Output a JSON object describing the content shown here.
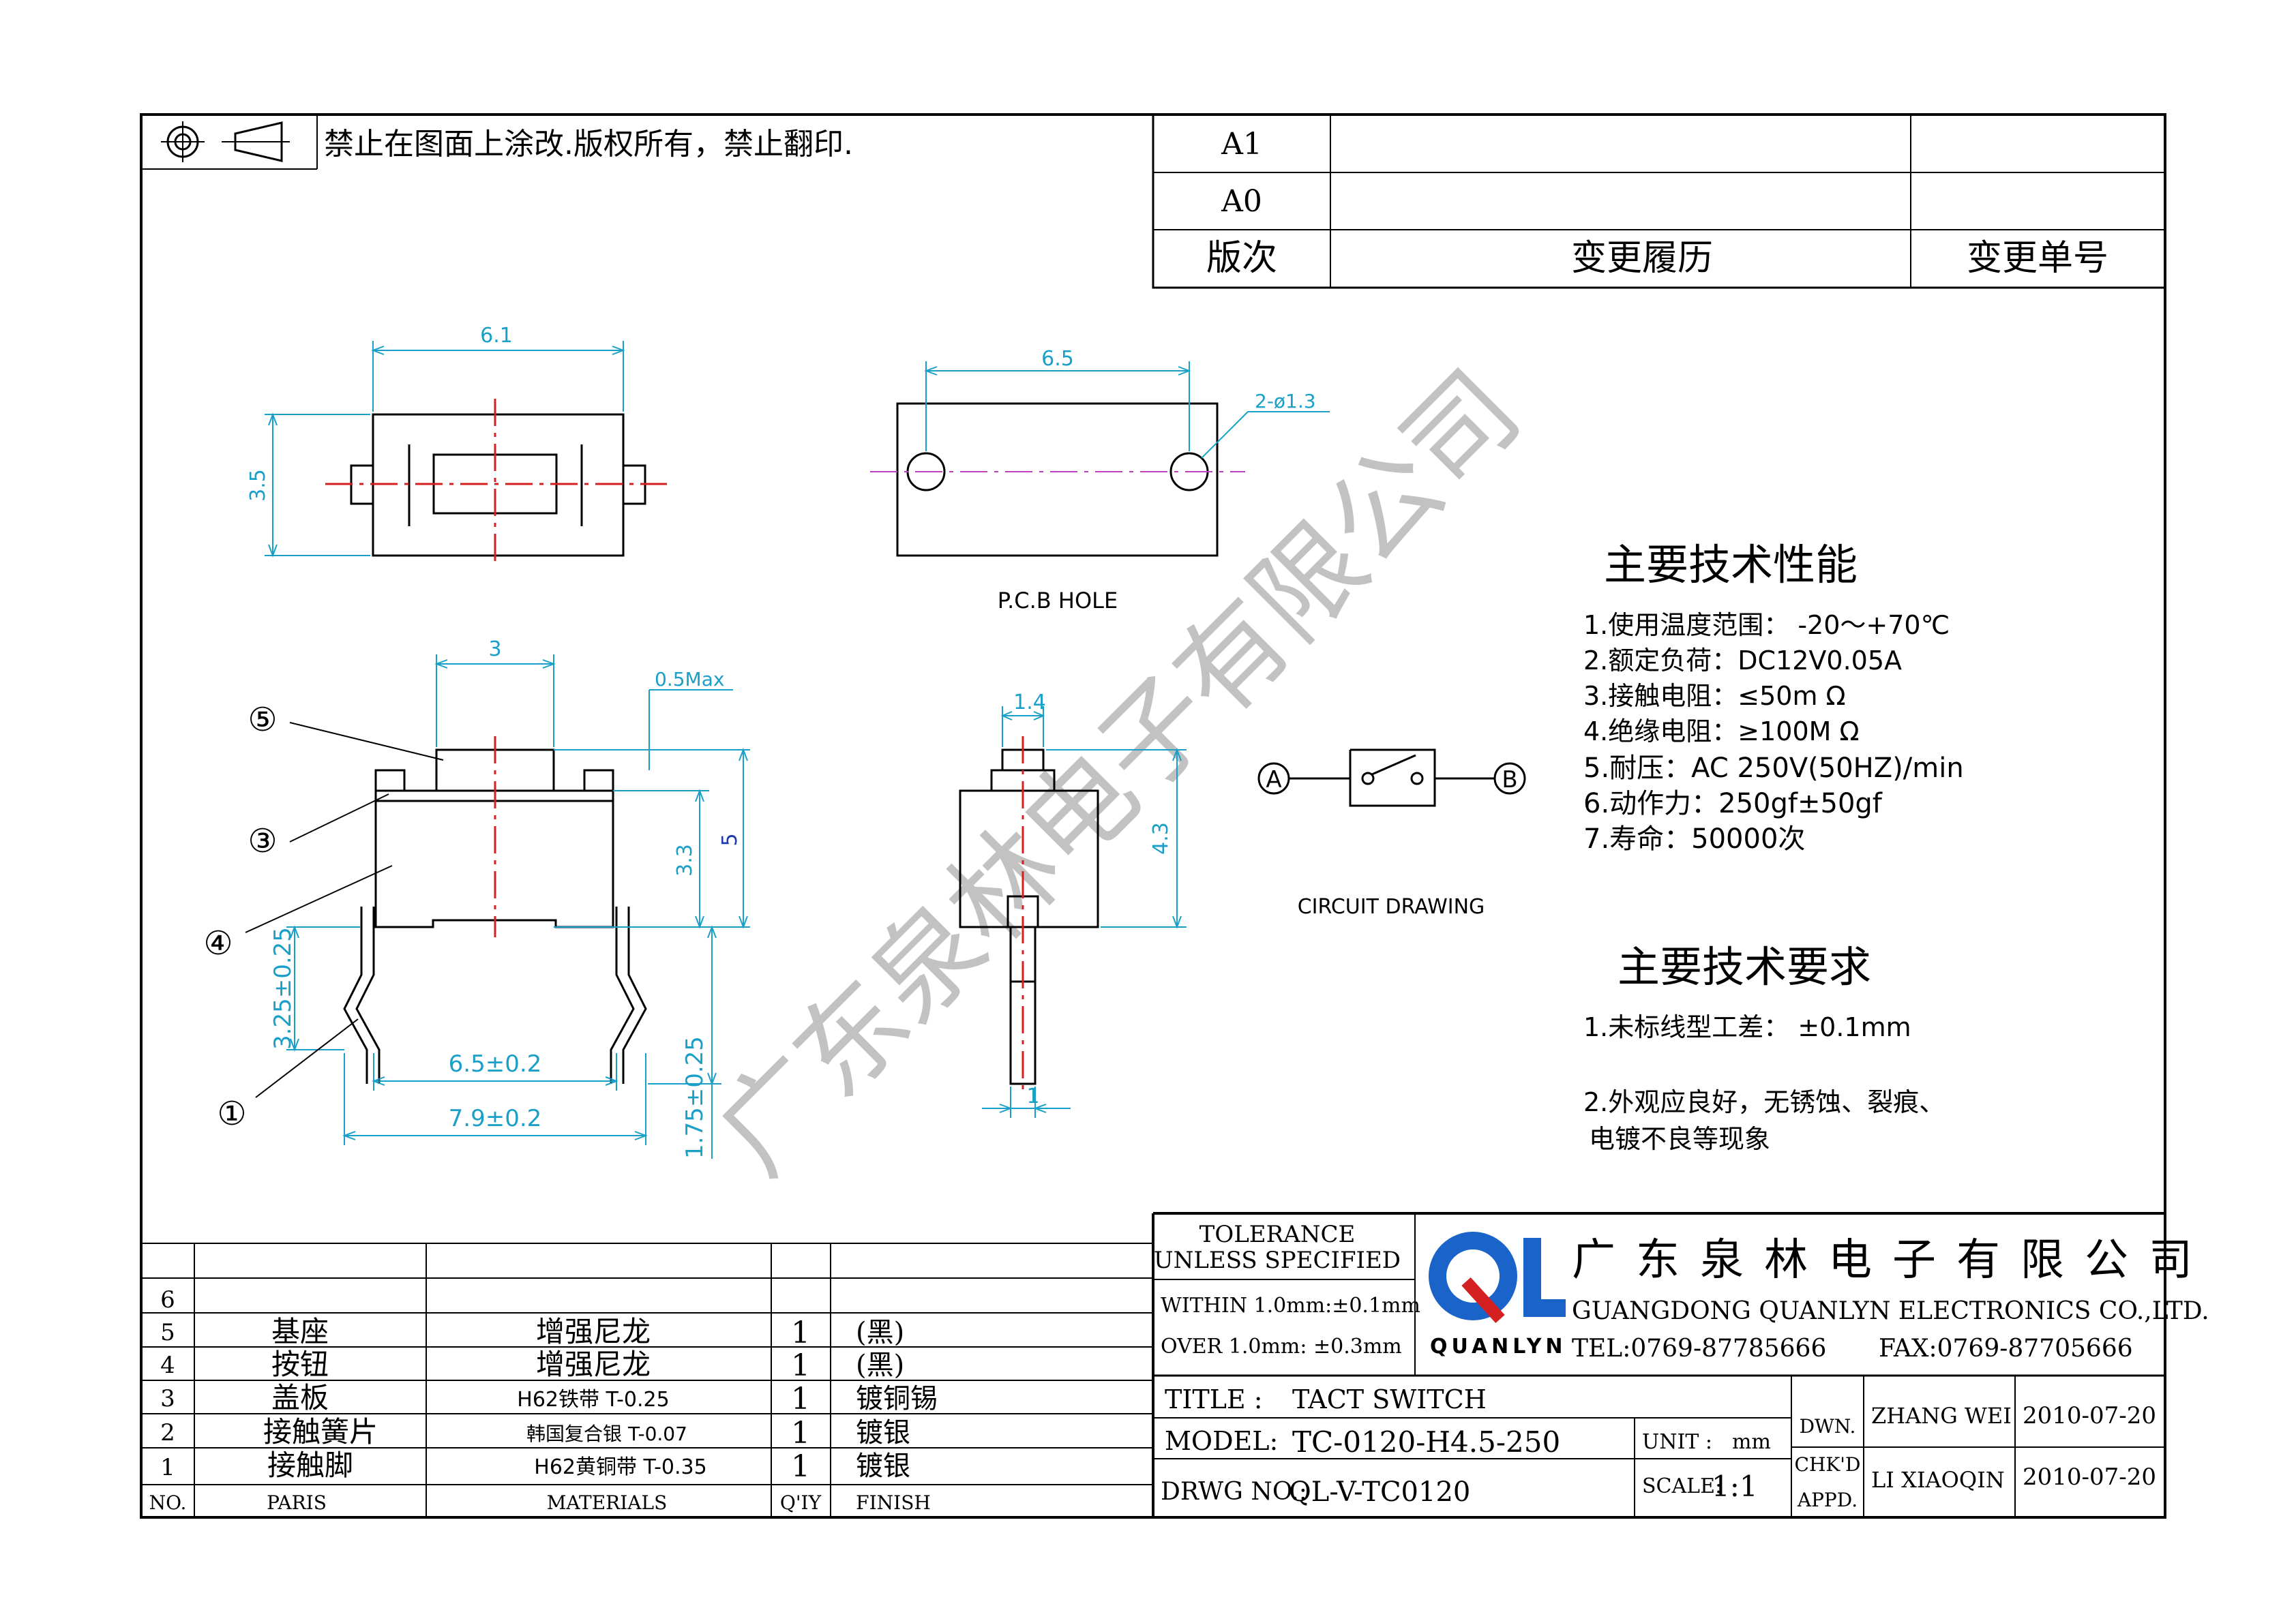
{
  "header": {
    "notice": "禁止在图面上涂改.版权所有，禁止翻印.",
    "rev_rows": [
      "A1",
      "A0"
    ],
    "rev_label": "版次",
    "change_history": "变更履历",
    "change_number": "变更单号"
  },
  "views": {
    "top_width": "6.1",
    "top_height": "3.5",
    "pcb_spacing": "6.5",
    "pcb_hole": "2-ø1.3",
    "pcb_caption": "P.C.B HOLE",
    "front_top": "3",
    "front_max": "0.5Max",
    "front_h1": "3.3",
    "front_h2": "5",
    "front_pin": "3.25±0.25",
    "front_w1": "6.5±0.2",
    "front_w2": "7.9±0.2",
    "front_foot": "1.75±0.25",
    "side_top": "1.4",
    "side_h": "4.3",
    "side_pin": "1",
    "callouts": [
      "①",
      "③",
      "④",
      "⑤"
    ],
    "circuit_a": "A",
    "circuit_b": "B",
    "circuit_caption": "CIRCUIT DRAWING"
  },
  "specs": {
    "title": "主要技术性能",
    "items": [
      "1.使用温度范围：  -20～+70℃",
      "2.额定负荷：DC12V0.05A",
      "3.接触电阻：≤50m Ω",
      "4.绝缘电阻：≥100M Ω",
      "5.耐压：AC 250V(50HZ)/min",
      "6.动作力：250gf±50gf",
      "7.寿命：50000次"
    ]
  },
  "requirements": {
    "title": "主要技术要求",
    "items": [
      "1.未标线型工差：  ±0.1mm",
      "2.外观应良好，无锈蚀、裂痕、",
      "电镀不良等现象"
    ]
  },
  "watermark": "广东泉林电子有限公司",
  "bom": {
    "header": [
      "NO.",
      "PARIS",
      "MATERIALS",
      "Q'IY",
      "FINISH"
    ],
    "rows": [
      {
        "no": "6",
        "part": "",
        "material": "",
        "qty": "",
        "finish": ""
      },
      {
        "no": "5",
        "part": "基座",
        "material": "增强尼龙",
        "qty": "1",
        "finish": "(黑)"
      },
      {
        "no": "4",
        "part": "按钮",
        "material": "增强尼龙",
        "qty": "1",
        "finish": "(黑)"
      },
      {
        "no": "3",
        "part": "盖板",
        "material": "H62铁带 T-0.25",
        "qty": "1",
        "finish": "镀铜锡"
      },
      {
        "no": "2",
        "part": "接触簧片",
        "material": "韩国复合银 T-0.07",
        "qty": "1",
        "finish": "镀银"
      },
      {
        "no": "1",
        "part": "接触脚",
        "material": "H62黄铜带 T-0.35",
        "qty": "1",
        "finish": "镀银"
      }
    ]
  },
  "title_block": {
    "tolerance_l1": "TOLERANCE",
    "tolerance_l2": "UNLESS SPECIFIED",
    "within": "WITHIN 1.0mm:±0.1mm",
    "over": "OVER 1.0mm:  ±0.3mm",
    "logo_text": "QUANLYN",
    "company_cn": "广东泉林电子有限公司",
    "company_en": "GUANGDONG QUANLYN ELECTRONICS CO.,LTD.",
    "tel": "TEL:0769-87785666",
    "fax": "FAX:0769-87705666",
    "title_label": "TITLE :",
    "title_value": "TACT SWITCH",
    "model_label": "MODEL:",
    "model_value": "TC-0120-H4.5-250",
    "unit_label": "UNIT :",
    "unit_value": "mm",
    "drwg_label": "DRWG NO.:",
    "drwg_value": "QL-V-TC0120",
    "scale_label": "SCALE:",
    "scale_value": "1:1",
    "dwn_label": "DWN.",
    "chkd_label": "CHK'D",
    "appd_label": "APPD.",
    "dwn_name": "ZHANG WEI",
    "dwn_date": "2010-07-20",
    "chk_name": "LI XIAOQIN",
    "chk_date": "2010-07-20"
  },
  "colors": {
    "dimension": "#1aa0c8",
    "centerline": "#d42020",
    "pcb_axis": "#c040c0",
    "logo_blue": "#1a63c8",
    "logo_red": "#d42020",
    "watermark": "#b8b8b8"
  }
}
